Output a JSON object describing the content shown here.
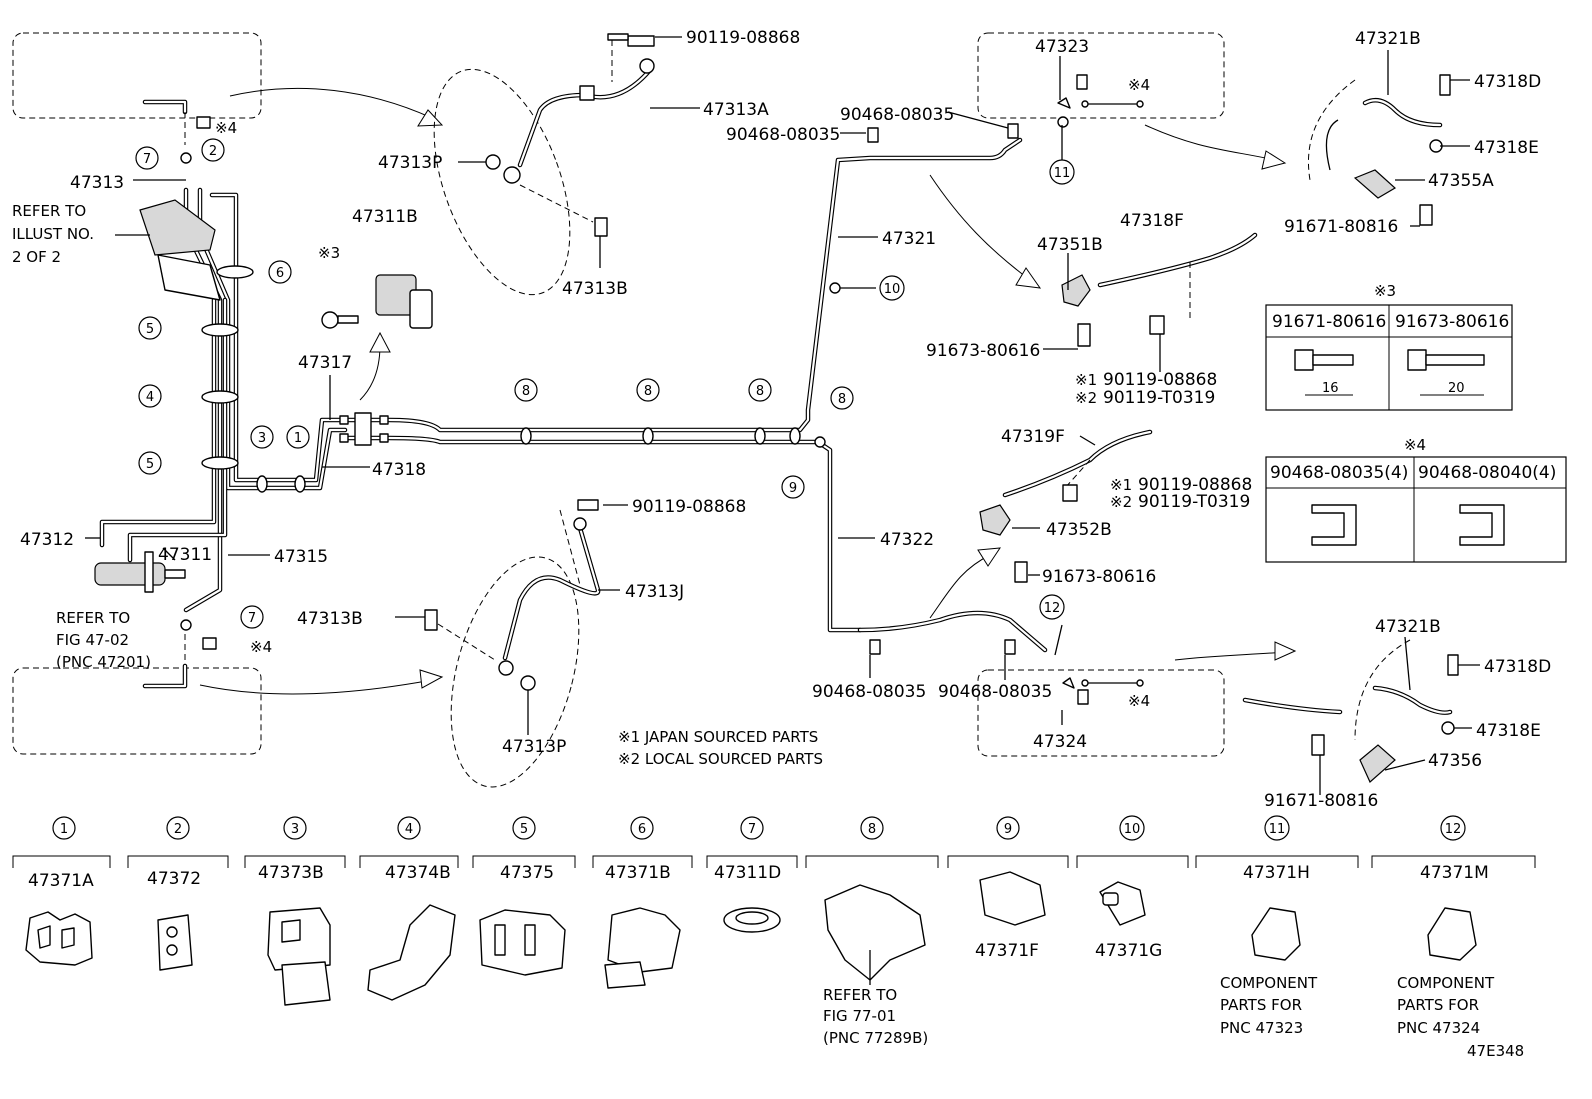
{
  "labels": {
    "p90119_top": "90119-08868",
    "p47313A": "47313A",
    "p47313P_top": "47313P",
    "p47311B": "47311B",
    "p47313B_top": "47313B",
    "p47317": "47317",
    "p47313": "47313",
    "p47318": "47318",
    "p47312": "47312",
    "p47311": "47311",
    "p47315": "47315",
    "p90119_mid": "90119-08868",
    "p47313J": "47313J",
    "p47313B_bot": "47313B",
    "p47313P_bot": "47313P",
    "p47323": "47323",
    "p90468_a": "90468-08035",
    "p90468_b": "90468-08035",
    "p47321": "47321",
    "p47351B": "47351B",
    "p47318F": "47318F",
    "p91673_a": "91673-80616",
    "p90119_j1": "90119-08868",
    "p90119_t1": "90119-T0319",
    "p47319F": "47319F",
    "p90119_j2": "90119-08868",
    "p90119_t2": "90119-T0319",
    "p47352B": "47352B",
    "p91673_b": "91673-80616",
    "p47322": "47322",
    "p90468_c": "90468-08035",
    "p90468_d": "90468-08035",
    "p47324": "47324",
    "p47321B_top": "47321B",
    "p47318D_top": "47318D",
    "p47318E_top": "47318E",
    "p47355A": "47355A",
    "p91671_top": "91671-80816",
    "p47321B_bot": "47321B",
    "p47318D_bot": "47318D",
    "p47318E_bot": "47318E",
    "p47356": "47356",
    "p91671_bot": "91671-80816",
    "mark4": "※4",
    "mark3": "※3",
    "j1": "※1",
    "j2": "※2",
    "refer_illust": [
      "REFER TO",
      "ILLUST NO.",
      "2 OF 2"
    ],
    "refer_fig4702": [
      "REFER TO",
      "FIG 47-02",
      "(PNC 47201)"
    ],
    "note_japan": "※1 JAPAN SOURCED PARTS",
    "note_local": "※2 LOCAL SOURCED PARTS",
    "figure_id": "47E348"
  },
  "table3": {
    "mark": "※3",
    "cols": [
      "91671-80616",
      "91673-80616"
    ],
    "dims": [
      "16",
      "20"
    ]
  },
  "table4": {
    "mark": "※4",
    "cols": [
      "90468-08035(4)",
      "90468-08040(4)"
    ]
  },
  "clips": [
    {
      "no": "1",
      "part": "47371A"
    },
    {
      "no": "2",
      "part": "47372"
    },
    {
      "no": "3",
      "part": "47373B"
    },
    {
      "no": "4",
      "part": "47374B"
    },
    {
      "no": "5",
      "part": "47375"
    },
    {
      "no": "6",
      "part": "47371B"
    },
    {
      "no": "7",
      "part": "47311D"
    },
    {
      "no": "8",
      "part": ""
    },
    {
      "no": "9",
      "part": ""
    },
    {
      "no": "10",
      "part": ""
    },
    {
      "no": "11",
      "part": "47371H"
    },
    {
      "no": "12",
      "part": "47371M"
    }
  ],
  "clip_extra": {
    "c8_ref": [
      "REFER TO",
      "FIG 77-01",
      "(PNC 77289B)"
    ],
    "c9_part": "47371F",
    "c10_part": "47371G",
    "c11_note": [
      "COMPONENT",
      "PARTS FOR",
      "PNC 47323"
    ],
    "c12_note": [
      "COMPONENT",
      "PARTS FOR",
      "PNC 47324"
    ]
  },
  "callouts": [
    "1",
    "2",
    "3",
    "4",
    "5",
    "6",
    "7",
    "8",
    "9",
    "10",
    "11",
    "12"
  ]
}
